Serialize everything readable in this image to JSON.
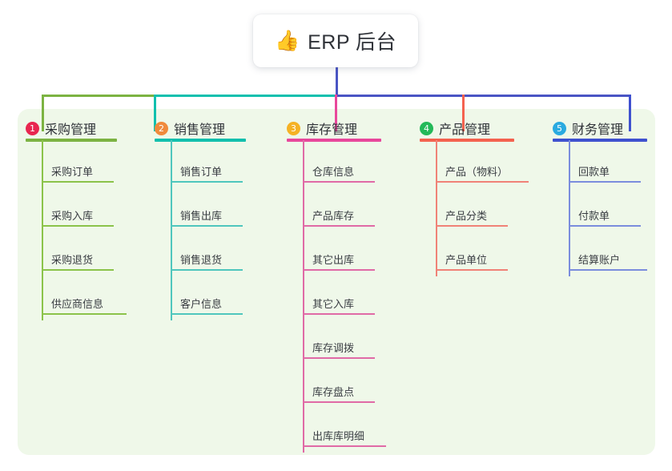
{
  "diagram": {
    "type": "mindmap-org-chart",
    "root": {
      "icon": "thumbs-up-emoji",
      "emoji": "👍",
      "title": "ERP 后台"
    },
    "panel_color": "#eff8e9",
    "columns": [
      {
        "index": "1",
        "title": "采购管理",
        "badge_color": "#e8264f",
        "line_color": "#7cb342",
        "connector_color": "#7cb342",
        "items": [
          "采购订单",
          "采购入库",
          "采购退货",
          "供应商信息"
        ]
      },
      {
        "index": "2",
        "title": "销售管理",
        "badge_color": "#f08a3c",
        "line_color": "#12bfad",
        "connector_color": "#10c0ae",
        "items": [
          "销售订单",
          "销售出库",
          "销售退货",
          "客户信息"
        ]
      },
      {
        "index": "3",
        "title": "库存管理",
        "badge_color": "#f5b225",
        "line_color": "#e8479b",
        "connector_color": "#e8479b",
        "items": [
          "仓库信息",
          "产品库存",
          "其它出库",
          "其它入库",
          "库存调拨",
          "库存盘点",
          "出库库明细"
        ]
      },
      {
        "index": "4",
        "title": "产品管理",
        "badge_color": "#24b959",
        "line_color": "#f4624f",
        "connector_color": "#f4624f",
        "items": [
          "产品（物料）",
          "产品分类",
          "产品单位"
        ]
      },
      {
        "index": "5",
        "title": "财务管理",
        "badge_color": "#2aaae0",
        "line_color": "#3f51cf",
        "connector_color": "#3f51cf",
        "items": [
          "回款单",
          "付款单",
          "结算账户"
        ]
      }
    ],
    "bus": {
      "segment_1_color": "#7cb342",
      "segment_2_color": "#10c0ae",
      "segment_3_color": "#4a55c4",
      "stem_color": "#4a55c4"
    }
  }
}
